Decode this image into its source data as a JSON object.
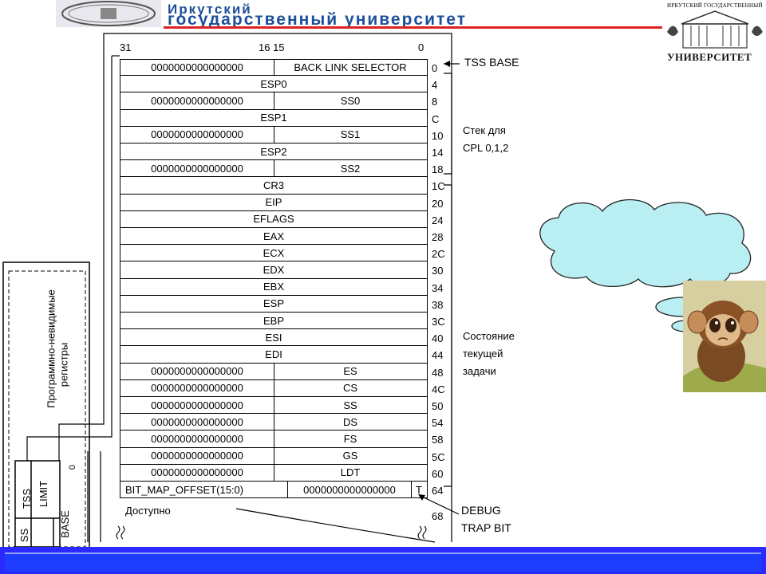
{
  "header": {
    "line1": "Иркутский",
    "line2": "государственный университет"
  },
  "logo": {
    "top_text": "ИРКУТСКИЙ ГОСУДАРСТВЕННЫЙ",
    "bottom_text": "УНИВЕРСИТЕТ"
  },
  "bit_labels": {
    "b31": "31",
    "b16_15": "16 15",
    "b0": "0"
  },
  "tss_rows": [
    {
      "offset": "0",
      "left": "0000000000000000",
      "right": "BACK LINK SELECTOR"
    },
    {
      "offset": "4",
      "full": "ESP0"
    },
    {
      "offset": "8",
      "left": "0000000000000000",
      "right": "SS0"
    },
    {
      "offset": "C",
      "full": "ESP1"
    },
    {
      "offset": "10",
      "left": "0000000000000000",
      "right": "SS1"
    },
    {
      "offset": "14",
      "full": "ESP2"
    },
    {
      "offset": "18",
      "left": "0000000000000000",
      "right": "SS2"
    },
    {
      "offset": "1C",
      "full": "CR3"
    },
    {
      "offset": "20",
      "full": "EIP"
    },
    {
      "offset": "24",
      "full": "EFLAGS"
    },
    {
      "offset": "28",
      "full": "EAX"
    },
    {
      "offset": "2C",
      "full": "ECX"
    },
    {
      "offset": "30",
      "full": "EDX"
    },
    {
      "offset": "34",
      "full": "EBX"
    },
    {
      "offset": "38",
      "full": "ESP"
    },
    {
      "offset": "3C",
      "full": "EBP"
    },
    {
      "offset": "40",
      "full": "ESI"
    },
    {
      "offset": "44",
      "full": "EDI"
    },
    {
      "offset": "48",
      "left": "0000000000000000",
      "right": "ES"
    },
    {
      "offset": "4C",
      "left": "0000000000000000",
      "right": "CS"
    },
    {
      "offset": "50",
      "left": "0000000000000000",
      "right": "SS"
    },
    {
      "offset": "54",
      "left": "0000000000000000",
      "right": "DS"
    },
    {
      "offset": "58",
      "left": "0000000000000000",
      "right": "FS"
    },
    {
      "offset": "5C",
      "left": "0000000000000000",
      "right": "GS"
    },
    {
      "offset": "60",
      "left": "0000000000000000",
      "right": "LDT"
    },
    {
      "offset": "64",
      "left": "BIT_MAP_OFFSET(15:0)",
      "right": "0000000000000000",
      "t": "T"
    }
  ],
  "available": {
    "label": "Доступно",
    "offset": "68"
  },
  "annotations": {
    "tss_base": "TSS BASE",
    "stack_line1": "Стек для",
    "stack_line2": "CPL 0,1,2",
    "state_line1": "Состояние",
    "state_line2": "текущей",
    "state_line3": "задачи",
    "debug_line1": "DEBUG",
    "debug_line2": "TRAP BIT"
  },
  "registers": {
    "title_line1": "Программно-невидимые",
    "title_line2": "регистры",
    "tss": "TSS",
    "limit": "LIMIT",
    "base": "BASE",
    "zero": "0",
    "ss_partial": "SS"
  },
  "colors": {
    "header_text": "#1d4f9a",
    "footer": "#2a2aff",
    "cloud": "#b9eef2"
  }
}
